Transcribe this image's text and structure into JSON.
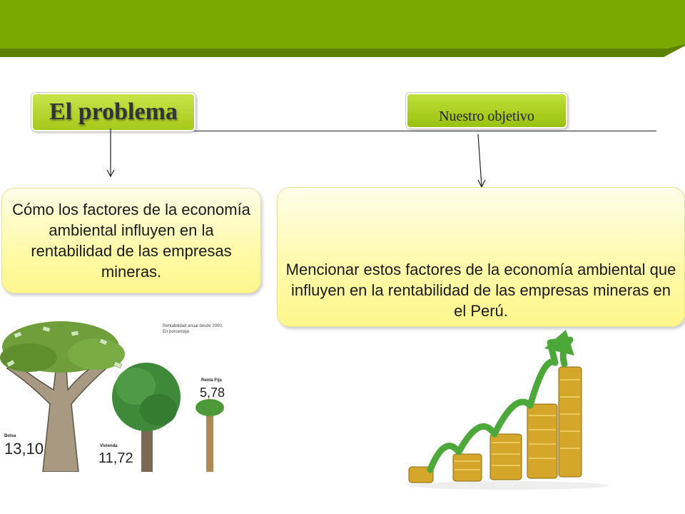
{
  "colors": {
    "banner": "#7aa800",
    "banner_shadow": "#5d8200",
    "tag_green": "#a6c81a",
    "box_yellow": "#fff9a6"
  },
  "tags": {
    "problem": "El problema",
    "objective": "Nuestro objetivo"
  },
  "boxes": {
    "problem": "Cómo los factores de la economía ambiental influyen en la rentabilidad de las empresas mineras.",
    "objective": "Mencionar estos factores de la economía ambiental que influyen en la rentabilidad de las empresas mineras en el Perú."
  },
  "infographic": {
    "caption_line1": "Rentabilidad anual desde 2000,",
    "caption_line2": "En porcentaje.",
    "items": [
      {
        "label": "Bolsa",
        "value": "13,10"
      },
      {
        "label": "Vivienda",
        "value": "11,72"
      },
      {
        "label": "Renta Fija",
        "value": "5,78"
      }
    ]
  }
}
